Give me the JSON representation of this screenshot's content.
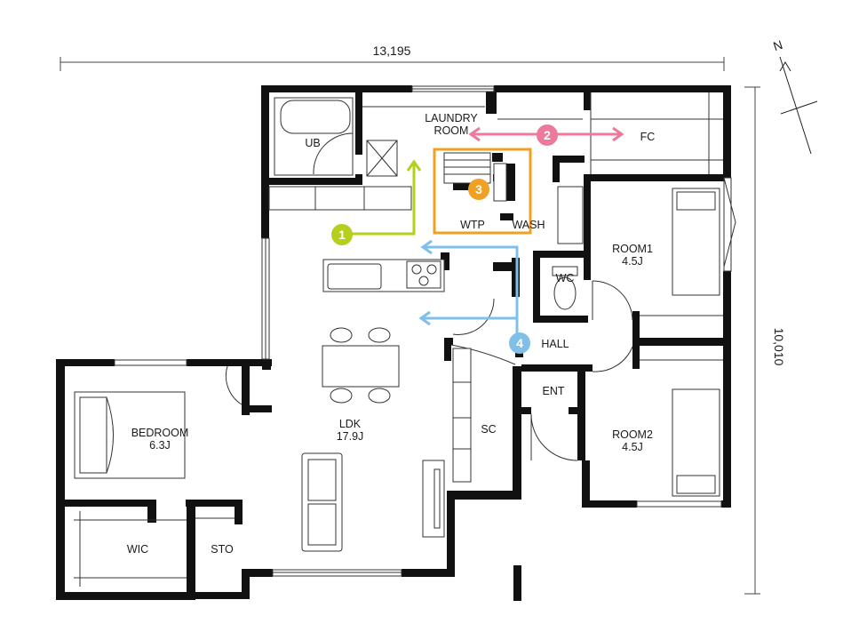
{
  "dimensions": {
    "width": "13,195",
    "depth": "10,010"
  },
  "compass": {
    "north": "N"
  },
  "rooms": {
    "ub": "UB",
    "laundry_line1": "LAUNDRY",
    "laundry_line2": "ROOM",
    "fc": "FC",
    "wtp": "WTP",
    "wash": "WASH",
    "room1_name": "ROOM1",
    "room1_size": "4.5J",
    "wc": "WC",
    "hall": "HALL",
    "ent": "ENT",
    "room2_name": "ROOM2",
    "room2_size": "4.5J",
    "sc": "SC",
    "ldk_name": "LDK",
    "ldk_size": "17.9J",
    "bedroom_name": "BEDROOM",
    "bedroom_size": "6.3J",
    "wic": "WIC",
    "sto": "STO"
  },
  "routes": [
    {
      "number": "1",
      "color": "#b5cf1c"
    },
    {
      "number": "2",
      "color": "#ec7a9c"
    },
    {
      "number": "3",
      "color": "#f0a022"
    },
    {
      "number": "4",
      "color": "#7fbfe8"
    }
  ]
}
